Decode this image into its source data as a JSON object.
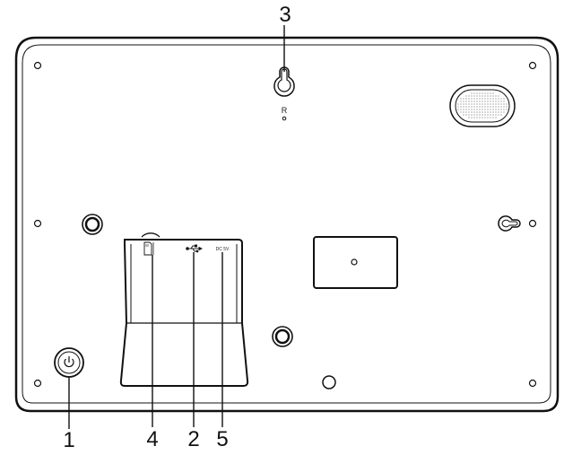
{
  "callouts": {
    "power": "1",
    "usb": "2",
    "wall_mount": "3",
    "sd_card": "4",
    "dc_in": "5"
  },
  "port_labels": {
    "reset": "R",
    "dc_in": "DC 5V"
  },
  "icons": {
    "power": "power-icon",
    "usb": "usb-icon",
    "sd_card": "sd-card-icon"
  }
}
